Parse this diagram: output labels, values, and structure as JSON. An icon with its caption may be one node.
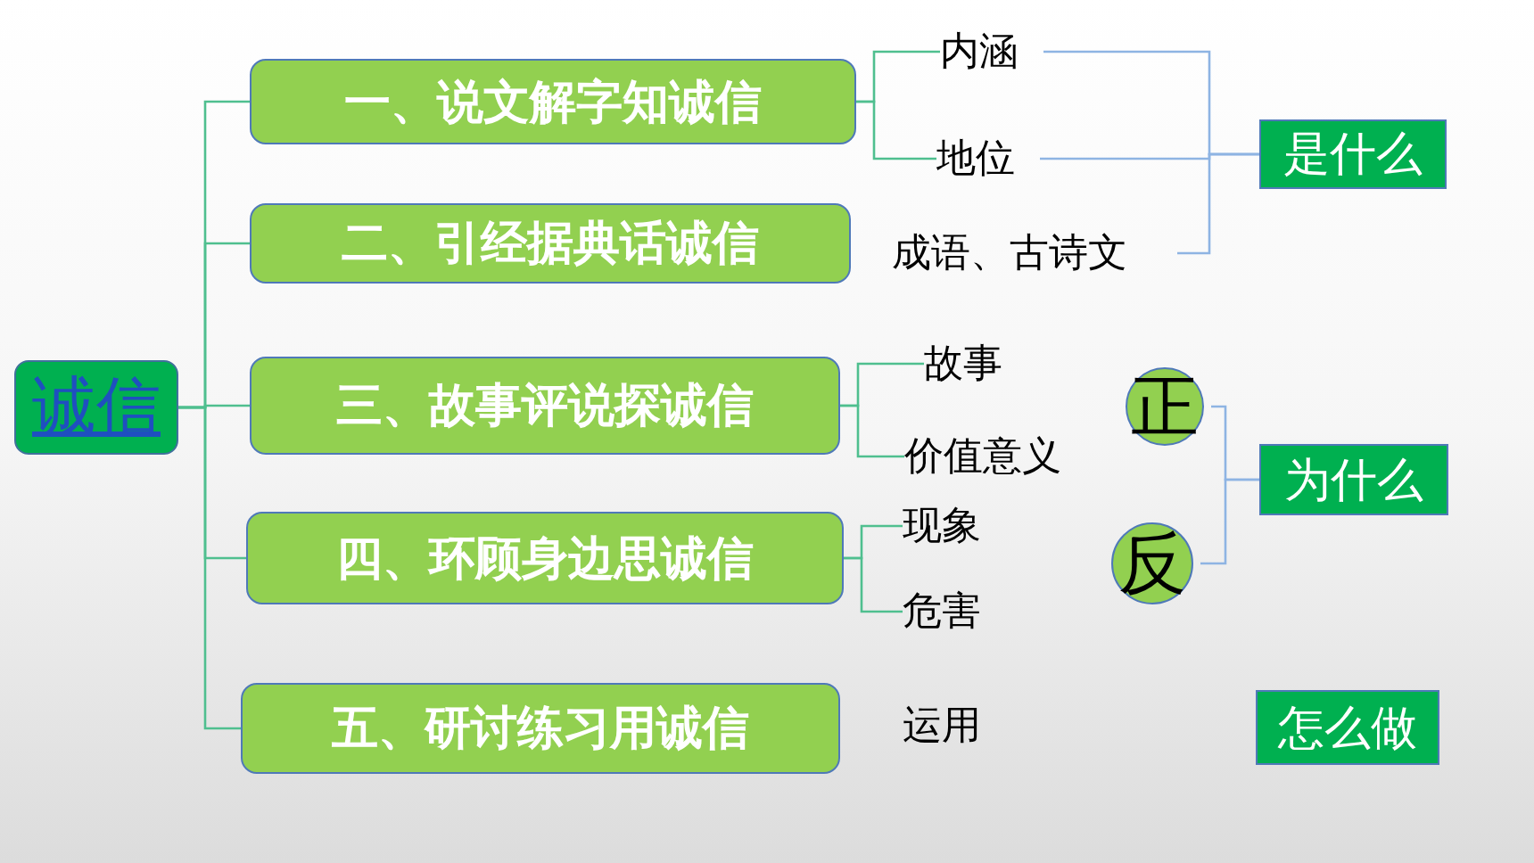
{
  "diagram": {
    "nodes": [
      {
        "text": [
          "诚信"
        ]
      },
      {
        "text": [
          "一、说文解字知诚信"
        ]
      },
      {
        "text": [
          "内涵"
        ]
      },
      {
        "text": [
          "地位"
        ]
      },
      {
        "text": [
          "是什么"
        ]
      },
      {
        "text": [
          "二、引经据典话诚信"
        ]
      },
      {
        "text": [
          "成语、古诗文"
        ]
      },
      {
        "text": [
          "三、故事评说探诚信"
        ]
      },
      {
        "text": [
          "故事"
        ]
      },
      {
        "text": [
          "价值意义"
        ]
      },
      {
        "text": [
          "正"
        ]
      },
      {
        "text": [
          "为什么"
        ]
      },
      {
        "text": [
          "四、环顾身边思诚信"
        ]
      },
      {
        "text": [
          "现象"
        ]
      },
      {
        "text": [
          "危害"
        ]
      },
      {
        "text": [
          "反"
        ]
      },
      {
        "text": [
          "五、研讨练习用诚信"
        ]
      },
      {
        "text": [
          "怎么做"
        ]
      }
    ],
    "edges": [
      {
        "from": 0,
        "to": 1,
        "arrow": "none"
      },
      {
        "from": 0,
        "to": 5,
        "arrow": "none"
      },
      {
        "from": 0,
        "to": 7,
        "arrow": "none"
      },
      {
        "from": 0,
        "to": 12,
        "arrow": "none"
      },
      {
        "from": 0,
        "to": 16,
        "arrow": "none"
      },
      {
        "from": 1,
        "to": 2,
        "arrow": "none"
      },
      {
        "from": 1,
        "to": 3,
        "arrow": "none"
      },
      {
        "from": 7,
        "to": 8,
        "arrow": "none"
      },
      {
        "from": 7,
        "to": 9,
        "arrow": "none"
      },
      {
        "from": 12,
        "to": 13,
        "arrow": "none"
      },
      {
        "from": 12,
        "to": 14,
        "arrow": "none"
      },
      {
        "from": 2,
        "to": 4,
        "arrow": "none",
        "color": "#8eb4e3"
      },
      {
        "from": 3,
        "to": 4,
        "arrow": "none",
        "color": "#8eb4e3"
      },
      {
        "from": 6,
        "to": 4,
        "arrow": "none",
        "color": "#8eb4e3"
      },
      {
        "from": 10,
        "to": 11,
        "arrow": "none",
        "color": "#8eb4e3"
      },
      {
        "from": 15,
        "to": 11,
        "arrow": "none",
        "color": "#8eb4e3"
      }
    ],
    "labels": [
      "运用"
    ]
  }
}
